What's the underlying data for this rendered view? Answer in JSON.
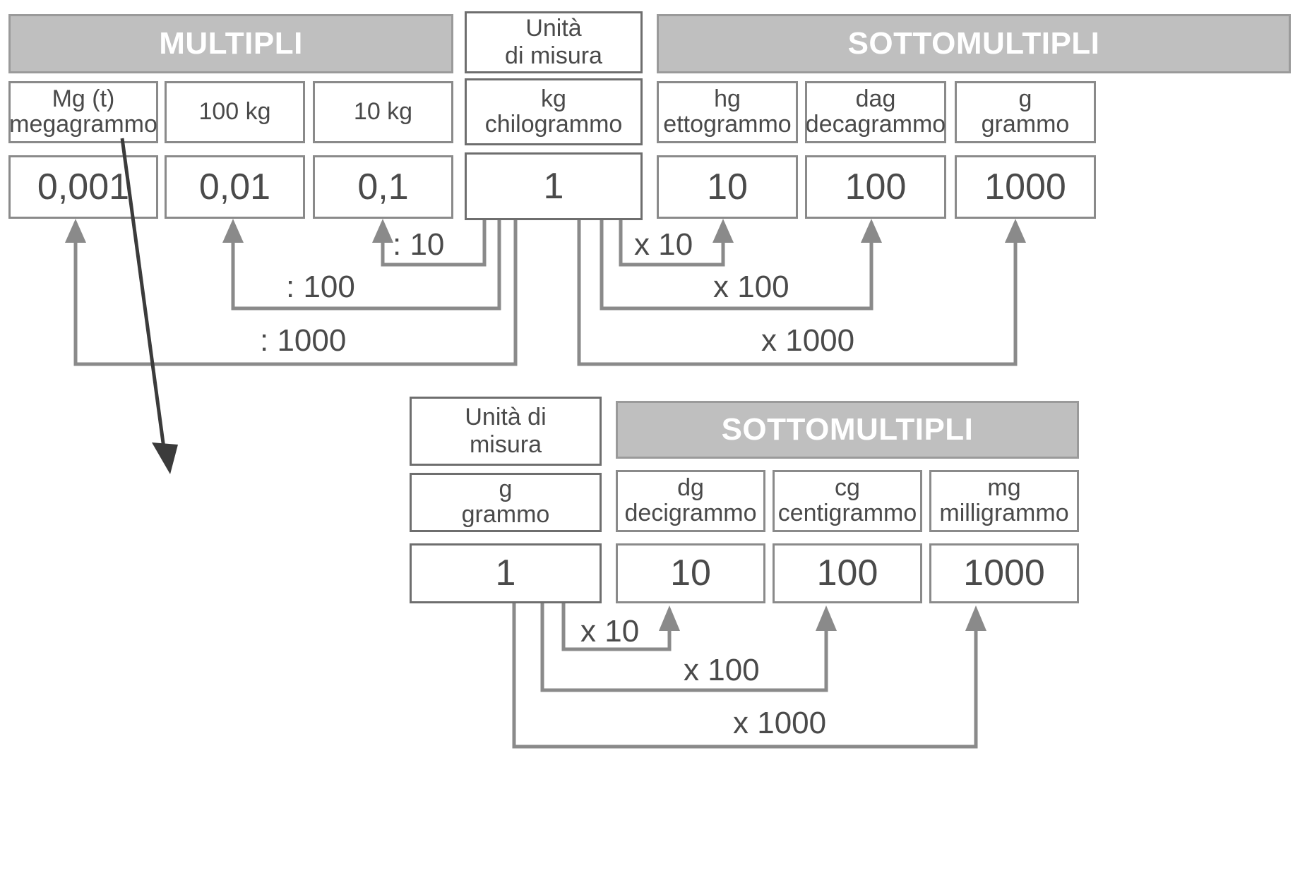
{
  "diagram": {
    "title": "Tabella multipli e sottomultipli del chilogrammo e del grammo",
    "colors": {
      "header_fill": "#bfbfbf",
      "header_text": "#ffffff",
      "box_border": "#8a8a8a",
      "text": "#4a4a4a",
      "connector": "#8a8a8a",
      "pointer_arrow": "#3b3b3b"
    }
  },
  "table_kg": {
    "headers": {
      "multipli": "MULTIPLI",
      "unita": "Unità\ndi misura",
      "unita_line1": "Unità",
      "unita_line2": "di misura",
      "sottomultipli": "SOTTOMULTIPLI"
    },
    "columns": [
      {
        "abbr": "Mg (t)",
        "name": "megagrammo",
        "value": "0,001",
        "group": "multipli"
      },
      {
        "abbr": "100 kg",
        "name": "",
        "value": "0,01",
        "group": "multipli"
      },
      {
        "abbr": "10 kg",
        "name": "",
        "value": "0,1",
        "group": "multipli"
      },
      {
        "abbr": "kg",
        "name": "chilogrammo",
        "value": "1",
        "group": "unita"
      },
      {
        "abbr": "hg",
        "name": "ettogrammo",
        "value": "10",
        "group": "sottomultipli"
      },
      {
        "abbr": "dag",
        "name": "decagrammo",
        "value": "100",
        "group": "sottomultipli"
      },
      {
        "abbr": "g",
        "name": "grammo",
        "value": "1000",
        "group": "sottomultipli"
      }
    ],
    "operations_left": [
      {
        "label": ": 10",
        "from": "1",
        "to": "0,1"
      },
      {
        "label": ": 100",
        "from": "1",
        "to": "0,01"
      },
      {
        "label": ": 1000",
        "from": "1",
        "to": "0,001"
      }
    ],
    "operations_right": [
      {
        "label": "x 10",
        "from": "1",
        "to": "10"
      },
      {
        "label": "x 100",
        "from": "1",
        "to": "100"
      },
      {
        "label": "x 1000",
        "from": "1",
        "to": "1000"
      }
    ]
  },
  "table_g": {
    "headers": {
      "unita_line1": "Unità di",
      "unita_line2": "misura",
      "sottomultipli": "SOTTOMULTIPLI"
    },
    "columns": [
      {
        "abbr": "g",
        "name": "grammo",
        "value": "1",
        "group": "unita"
      },
      {
        "abbr": "dg",
        "name": "decigrammo",
        "value": "10",
        "group": "sottomultipli"
      },
      {
        "abbr": "cg",
        "name": "centigrammo",
        "value": "100",
        "group": "sottomultipli"
      },
      {
        "abbr": "mg",
        "name": "milligrammo",
        "value": "1000",
        "group": "sottomultipli"
      }
    ],
    "operations": [
      {
        "label": "x 10",
        "from": "1",
        "to": "10"
      },
      {
        "label": "x 100",
        "from": "1",
        "to": "100"
      },
      {
        "label": "x 1000",
        "from": "1",
        "to": "1000"
      }
    ]
  },
  "pointer": {
    "name": "megagrammo-to-grammo-pointer",
    "from": "megagrammo",
    "to": "tabella del grammo"
  }
}
